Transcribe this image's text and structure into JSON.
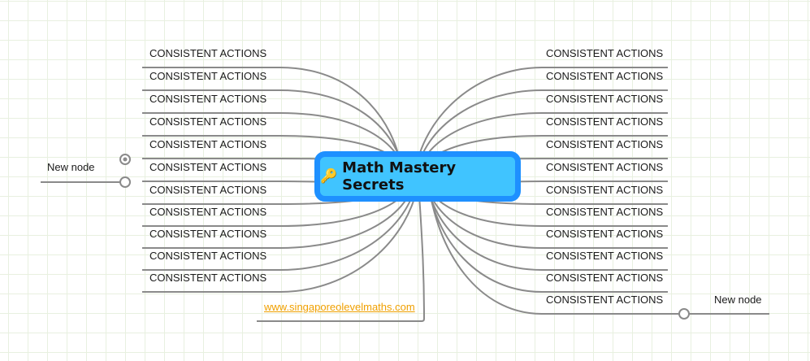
{
  "central_topic": {
    "title": "Math Mastery Secrets",
    "icon": "key-icon",
    "border_color": "#1e90ff",
    "fill_color": "#40c4ff"
  },
  "left_branches": [
    {
      "label": "CONSISTENT ACTIONS"
    },
    {
      "label": "CONSISTENT ACTIONS"
    },
    {
      "label": "CONSISTENT ACTIONS"
    },
    {
      "label": "CONSISTENT ACTIONS"
    },
    {
      "label": "CONSISTENT ACTIONS"
    },
    {
      "label": "CONSISTENT ACTIONS"
    },
    {
      "label": "CONSISTENT ACTIONS"
    },
    {
      "label": "CONSISTENT ACTIONS"
    },
    {
      "label": "CONSISTENT ACTIONS"
    },
    {
      "label": "CONSISTENT ACTIONS"
    },
    {
      "label": "CONSISTENT ACTIONS"
    }
  ],
  "right_branches": [
    {
      "label": "CONSISTENT ACTIONS"
    },
    {
      "label": "CONSISTENT ACTIONS"
    },
    {
      "label": "CONSISTENT ACTIONS"
    },
    {
      "label": "CONSISTENT ACTIONS"
    },
    {
      "label": "CONSISTENT ACTIONS"
    },
    {
      "label": "CONSISTENT ACTIONS"
    },
    {
      "label": "CONSISTENT ACTIONS"
    },
    {
      "label": "CONSISTENT ACTIONS"
    },
    {
      "label": "CONSISTENT ACTIONS"
    },
    {
      "label": "CONSISTENT ACTIONS"
    },
    {
      "label": "CONSISTENT ACTIONS"
    },
    {
      "label": "CONSISTENT ACTIONS"
    }
  ],
  "left_subnode": {
    "label": "New node"
  },
  "right_subnode": {
    "label": "New node"
  },
  "link_node": {
    "label": "www.singaporeolevelmaths.com",
    "color": "#f0a000"
  },
  "edge_color": "#8a8a8a",
  "grid_color": "#e8f0e0"
}
